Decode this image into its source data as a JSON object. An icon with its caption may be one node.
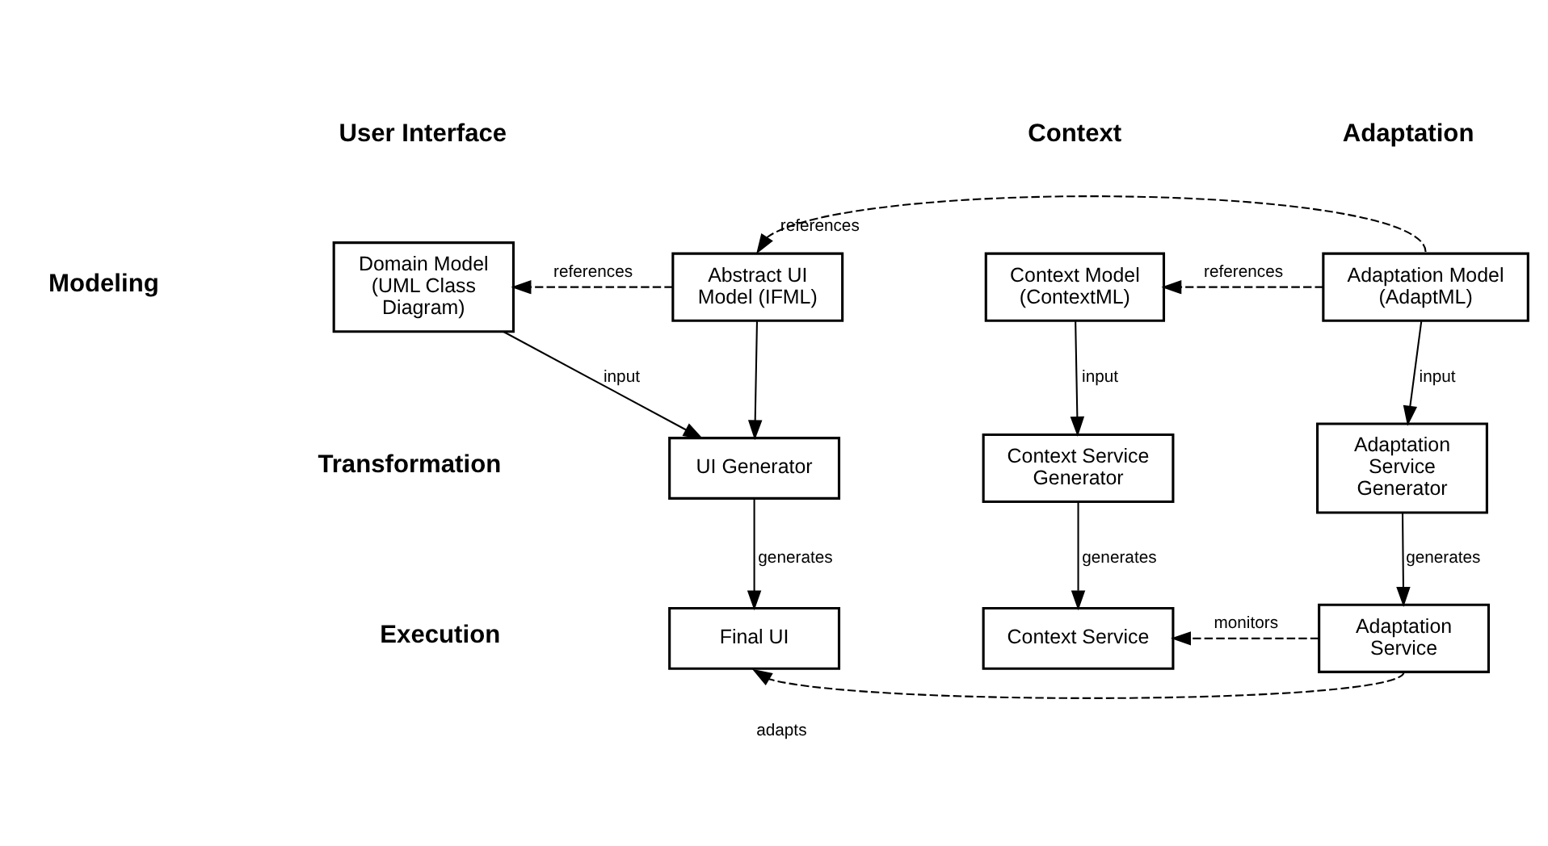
{
  "diagram": {
    "nodes": [
      {
        "text": [
          "Domain Model (UML Class Diagram)"
        ]
      },
      {
        "text": [
          "Abstract UI Model (IFML)"
        ]
      },
      {
        "text": [
          "Context Model (ContextML)"
        ]
      },
      {
        "text": [
          "Adaptation Model (AdaptML)"
        ]
      },
      {
        "text": [
          "UI Generator"
        ]
      },
      {
        "text": [
          "Context Service Generator"
        ]
      },
      {
        "text": [
          "Adaptation Service Generator"
        ]
      },
      {
        "text": [
          "Final UI"
        ]
      },
      {
        "text": [
          "Context Service"
        ]
      },
      {
        "text": [
          "Adaptation Service"
        ]
      }
    ],
    "edges": [
      {
        "from": 1,
        "to": 0,
        "arrow": "to",
        "label": "references",
        "style": "dashed"
      },
      {
        "from": 3,
        "to": 1,
        "arrow": "to",
        "label": "references",
        "style": "dashed"
      },
      {
        "from": 3,
        "to": 2,
        "arrow": "to",
        "label": "references",
        "style": "dashed"
      },
      {
        "from": 0,
        "to": 4,
        "arrow": "to",
        "label": "input"
      },
      {
        "from": 1,
        "to": 4,
        "arrow": "to"
      },
      {
        "from": 2,
        "to": 5,
        "arrow": "to",
        "label": "input"
      },
      {
        "from": 3,
        "to": 6,
        "arrow": "to",
        "label": "input"
      },
      {
        "from": 4,
        "to": 7,
        "arrow": "to",
        "label": "generates"
      },
      {
        "from": 5,
        "to": 8,
        "arrow": "to",
        "label": "generates"
      },
      {
        "from": 6,
        "to": 9,
        "arrow": "to",
        "label": "generates"
      },
      {
        "from": 9,
        "to": 8,
        "arrow": "to",
        "label": "monitors",
        "style": "dashed"
      },
      {
        "from": 9,
        "to": 7,
        "arrow": "to",
        "label": "adapts",
        "style": "dashed"
      }
    ],
    "labels": [
      "User Interface",
      "Context",
      "Adaptation",
      "Modeling",
      "Transformation",
      "Execution"
    ]
  }
}
